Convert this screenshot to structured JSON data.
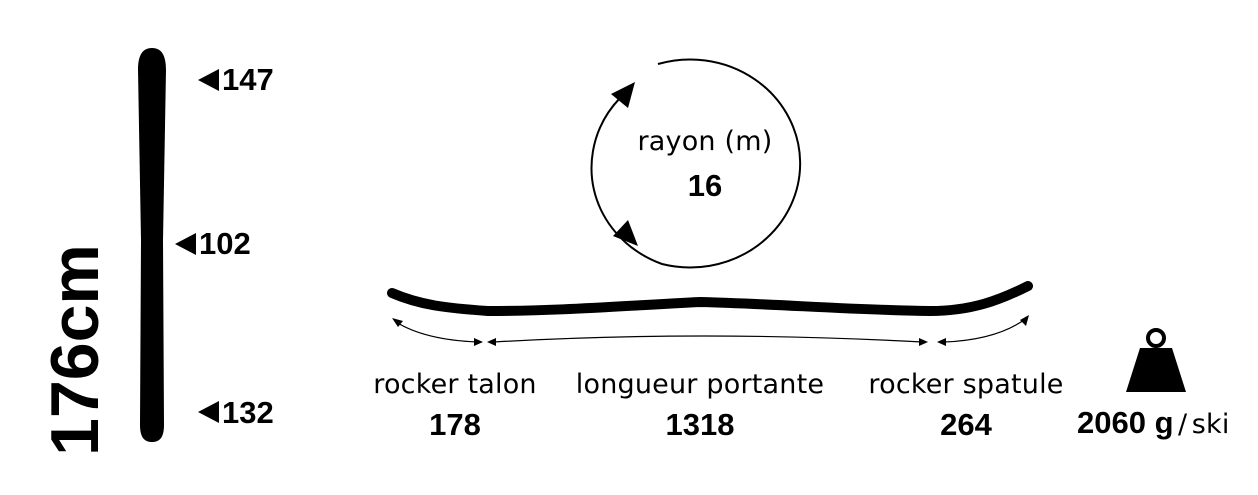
{
  "ski": {
    "length": "176cm",
    "widths": {
      "tip": "147",
      "waist": "102",
      "tail": "132"
    }
  },
  "radius": {
    "label": "rayon (m)",
    "value": "16"
  },
  "profile": {
    "rocker_tail": {
      "label": "rocker talon",
      "value": "178"
    },
    "running_length": {
      "label": "longueur portante",
      "value": "1318"
    },
    "rocker_tip": {
      "label": "rocker spatule",
      "value": "264"
    }
  },
  "weight": {
    "value": "2060 g",
    "separator": "/",
    "unit": "ski",
    "icon": "weight-icon"
  }
}
